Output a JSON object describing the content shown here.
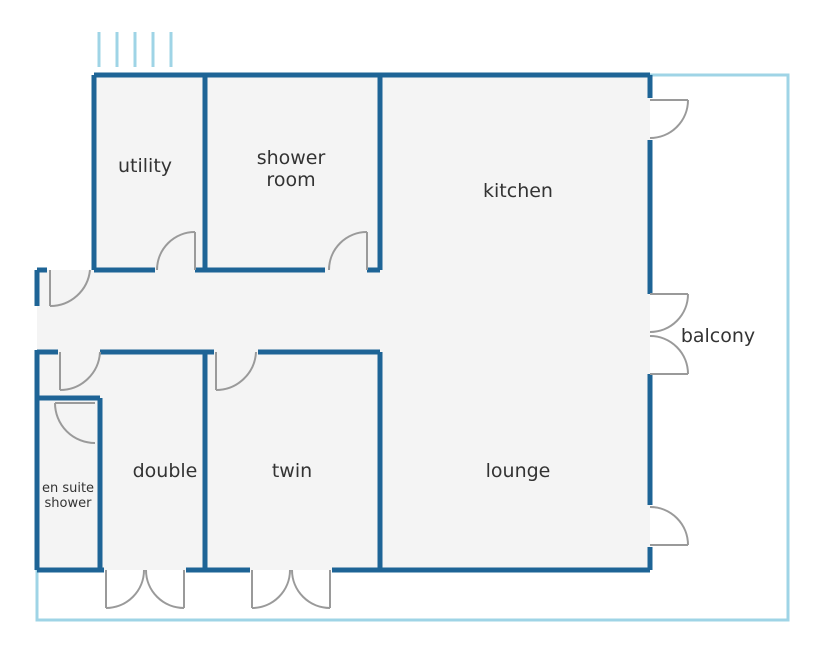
{
  "colors": {
    "wall": "#1e6496",
    "terrace_outline": "#9fd4e6",
    "floor": "#f4f4f4",
    "door": "#9a9a9a",
    "label": "#333333"
  },
  "rooms": {
    "utility": "utility",
    "shower_room_line1": "shower",
    "shower_room_line2": "room",
    "kitchen": "kitchen",
    "balcony": "balcony",
    "en_suite_line1": "en suite",
    "en_suite_line2": "shower",
    "double": "double",
    "twin": "twin",
    "lounge": "lounge"
  }
}
